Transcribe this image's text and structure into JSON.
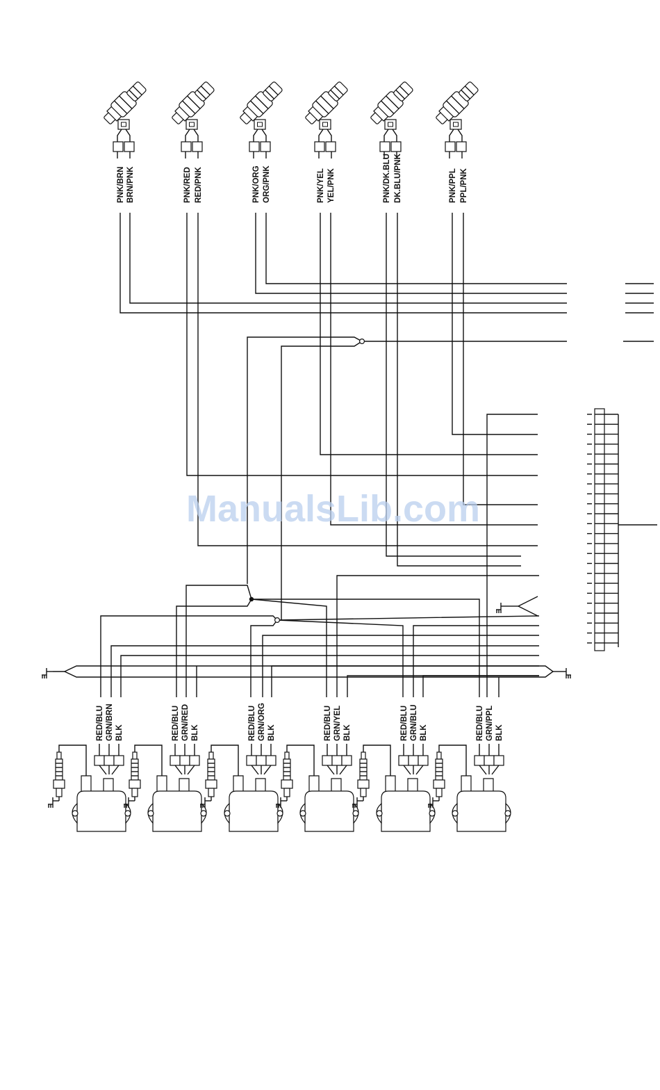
{
  "watermark": "ManualsLib.com",
  "injectors": [
    {
      "wires": [
        "PNK/BRN",
        "BRN/PNK"
      ]
    },
    {
      "wires": [
        "PNK/RED",
        "RED/PNK"
      ]
    },
    {
      "wires": [
        "PNK/ORG",
        "ORG/PNK"
      ]
    },
    {
      "wires": [
        "PNK/YEL",
        "YEL/PNK"
      ]
    },
    {
      "wires": [
        "PNK/DK.BLU",
        "DK.BLU/PNK"
      ]
    },
    {
      "wires": [
        "PNK/PPL",
        "PPL/PNK"
      ]
    }
  ],
  "coils": [
    {
      "wires": [
        "RED/BLU",
        "GRN/BRN",
        "BLK"
      ]
    },
    {
      "wires": [
        "RED/BLU",
        "GRN/RED",
        "BLK"
      ]
    },
    {
      "wires": [
        "RED/BLU",
        "GRN/ORG",
        "BLK"
      ]
    },
    {
      "wires": [
        "RED/BLU",
        "GRN/YEL",
        "BLK"
      ]
    },
    {
      "wires": [
        "RED/BLU",
        "GRN/BLU",
        "BLK"
      ]
    },
    {
      "wires": [
        "RED/BLU",
        "GRN/PPL",
        "BLK"
      ]
    }
  ],
  "icons": {
    "injector": "fuel-injector-icon",
    "coil": "ignition-coil-icon",
    "plug": "spark-plug-icon",
    "ground": "ground-icon",
    "connector": "ecm-connector-icon"
  }
}
